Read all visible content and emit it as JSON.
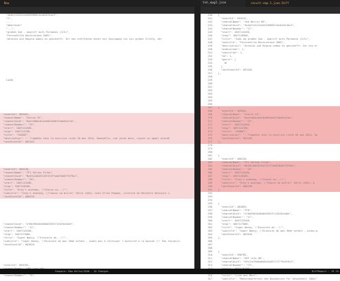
{
  "tabs": {
    "left": "Now",
    "mid": "tvh_epg2.json",
    "right": "result-cmp-1.json Diff"
  },
  "status": {
    "left": "Compare: Raw Delta/JSON - 10 Changes",
    "right": "DiffReport · 19 Ch"
  },
  "left_pane": {
    "lines": [
      {
        "text": "    \"Sb4afc22241e54549009c3e4b16f4dc3\",",
        "hl": false
      },
      {
        "text": "    \"1\",",
        "hl": false
      },
      {
        "text": "    ...",
        "hl": false
      },
      {
        "text": "    \"Abenteuer\"",
        "hl": false
      },
      {
        "text": "    \"...\",",
        "hl": false
      },
      {
        "text": "    \"großen See - Angriff aufs Paradies (3/5)\",",
        "hl": false
      },
      {
        "text": "    \"Fernsehfilm Deutschland 2005\",",
        "hl": false
      },
      {
        "text": "    \"Antonia und Regina haben es geschafft: Ihr neu eröffnetes Hotel mit Seezugang ist ein großer Erfolg, der",
        "hl": false
      },
      {
        "text": "",
        "hl": false
      },
      {
        "text": "",
        "hl": false
      },
      {
        "text": "",
        "hl": false
      },
      {
        "text": "",
        "hl": false
      },
      {
        "text": "",
        "hl": false
      },
      {
        "text": "",
        "hl": false
      },
      {
        "text": "",
        "hl": false
      },
      {
        "text": "",
        "hl": false
      },
      {
        "text": "",
        "hl": false
      },
      {
        "text": "",
        "hl": false
      },
      {
        "text": "",
        "hl": false
      },
      {
        "text": "    14455",
        "hl": false
      },
      {
        "text": "",
        "hl": false
      },
      {
        "text": "",
        "hl": false
      },
      {
        "text": "",
        "hl": false
      },
      {
        "text": "",
        "hl": false
      },
      {
        "text": "",
        "hl": false
      },
      {
        "text": "",
        "hl": false
      },
      {
        "text": "",
        "hl": false
      },
      {
        "text": "",
        "hl": false
      },
      {
        "text": "",
        "hl": false
      },
      {
        "text": "  \"eventId\": 809401,",
        "hl": true
      },
      {
        "text": "  \"channelName\": \"Cherie 25\",",
        "hl": true
      },
      {
        "text": "  \"channelUuid\": \"0aefe80ec8ce4e6b32b637abe9e4fee\",",
        "hl": true
      },
      {
        "text": "  \"channelNumber\": \"25\",",
        "hl": true
      },
      {
        "text": "  \"start\": 1607124200,",
        "hl": true
      },
      {
        "text": "  \"stop\": 1607124700,",
        "hl": true
      },
      {
        "text": "  \"title\": \"CROBOT\",",
        "hl": true
      },
      {
        "text": "  \"description\": \": Tragédie chez la nourrice riche 20 mai 2014, Gwenaëlle, une jeune mère, reçoit un appel alarmé",
        "hl": true
      },
      {
        "text": "  \"nextEventId\": 802105",
        "hl": true
      },
      {
        "text": "",
        "hl": false
      },
      {
        "text": "",
        "hl": false
      },
      {
        "text": "",
        "hl": false
      },
      {
        "text": "",
        "hl": false
      },
      {
        "text": "",
        "hl": false
      },
      {
        "text": "",
        "hl": false
      },
      {
        "text": "",
        "hl": false
      },
      {
        "text": "  \"eventId\": 806230,",
        "hl": true
      },
      {
        "text": "  \"channelName\": \"TF1 Séries Films\",",
        "hl": true
      },
      {
        "text": "  \"channelUuid\": \"Ne49c1b81612d74f2f7ab6f8d07f5f9a1\",",
        "hl": true
      },
      {
        "text": "  \"channelNumber\": \"20\",",
        "hl": true
      },
      {
        "text": "  \"start\": 1607123200,",
        "hl": true
      },
      {
        "text": "  \"stop\": 1607126200,",
        "hl": true
      },
      {
        "text": "  \"title\": \"Grey's anatomy, \\\"Chacun sa...\\\"\",",
        "hl": true
      },
      {
        "text": "  \"subtitle\": \"Grey's anatomy, \\\"Chacun sa bulle\\\" Série (USA): Avec Ellen Pompeo, Listerne de Meredith découvre u",
        "hl": true
      },
      {
        "text": "  \"nextEventId\": 806230",
        "hl": true
      },
      {
        "text": "",
        "hl": false
      },
      {
        "text": "",
        "hl": false
      },
      {
        "text": "",
        "hl": false
      },
      {
        "text": "",
        "hl": false
      },
      {
        "text": "",
        "hl": false
      },
      {
        "text": "",
        "hl": false
      },
      {
        "text": "",
        "hl": false
      },
      {
        "text": "  \"channelUuid\": \"e70b5962848e8b63633712025e4a6e\",",
        "hl": false
      },
      {
        "text": "  \"channelNumber\": \"11\",",
        "hl": false
      },
      {
        "text": "  \"start\": 1607125200,",
        "hl": false
      },
      {
        "text": "  \"stop\": 1607127000,",
        "hl": false
      },
      {
        "text": "  \"title\": \"Super Nanny, \\\"Enceinte de...\\\"\",",
        "hl": false
      },
      {
        "text": "  \"subtitle\": \"Super Nanny, \\\"Enceinte de mon 3ème enfant , aidez-moi à retrouver l'autorité à la maison !\\\" Pas toujours",
        "hl": false
      },
      {
        "text": "  \"nextEventId\": 863620",
        "hl": false
      },
      {
        "text": "",
        "hl": false
      },
      {
        "text": "",
        "hl": false
      },
      {
        "text": "",
        "hl": false
      },
      {
        "text": "",
        "hl": false
      },
      {
        "text": "",
        "hl": false
      },
      {
        "text": "  \"eventId\": 896785,",
        "hl": false
      },
      {
        "text": "  \"channelName\": \"SRF info HD\",",
        "hl": false
      },
      {
        "text": "  \"channelUuid\": \"b9c7ce70b6a6b8e34487272779e3f9c9\",",
        "hl": false
      },
      {
        "text": "  \"channelNumber\": \"75\",",
        "hl": false
      }
    ]
  },
  "right_pane": {
    "lines": [
      {
        "n": "240",
        "text": "  {",
        "hl": false
      },
      {
        "n": "241",
        "text": "    \"eventId\": 853412,",
        "hl": false
      },
      {
        "n": "242",
        "text": "    \"channelName\": \"rbb Berlin HD\",",
        "hl": false
      },
      {
        "n": "243",
        "text": "    \"channelUuid\": \"Sb4afc22241e54549009c3e4b16f4dc3\",",
        "hl": false
      },
      {
        "n": "244",
        "text": "    \"channelNumber\": \"12\",",
        "hl": false
      },
      {
        "n": "245",
        "text": "    \"start\": 1607124200,",
        "hl": false
      },
      {
        "n": "246",
        "text": "    \"stop\": 1607126900,",
        "hl": false
      },
      {
        "n": "247",
        "text": "    \"title\": \"Zwei am großen See - Angriff aufs Paradies (3/5)\",",
        "hl": false
      },
      {
        "n": "248",
        "text": "    \"subtitle\": \"Fernsehfilm Deutschland 2005\",",
        "hl": false
      },
      {
        "n": "249",
        "text": "    \"description\": \"Antonia und Regina haben es geschafft: Ihr neu er",
        "hl": false
      },
      {
        "n": "250",
        "text": "    \"widescreen\": 1,",
        "hl": false
      },
      {
        "n": "251",
        "text": "    \"subtitled\": 1,",
        "hl": false
      },
      {
        "n": "252",
        "text": "    \"hd\": 1,",
        "hl": false
      },
      {
        "n": "253",
        "text": "    \"genre\": [",
        "hl": false
      },
      {
        "n": "254",
        "text": "      16",
        "hl": false
      },
      {
        "n": "255",
        "text": "    ],",
        "hl": false
      },
      {
        "n": "256",
        "text": "    \"nextEventId\": 853455",
        "hl": false
      },
      {
        "n": "257",
        "text": "  },",
        "hl": false
      },
      {
        "n": "258",
        "text": "",
        "hl": false
      },
      {
        "n": "259",
        "text": "",
        "hl": false
      },
      {
        "n": "260",
        "text": "",
        "hl": false
      },
      {
        "n": "261",
        "text": "",
        "hl": false
      },
      {
        "n": "262",
        "text": "",
        "hl": false
      },
      {
        "n": "263",
        "text": "",
        "hl": false
      },
      {
        "n": "264",
        "text": "",
        "hl": false
      },
      {
        "n": "265",
        "text": "",
        "hl": false
      },
      {
        "n": "266",
        "text": "",
        "hl": false
      },
      {
        "n": "267",
        "text": "  {",
        "hl": true
      },
      {
        "n": "268",
        "text": "    \"eventId\": 809401,",
        "hl": true
      },
      {
        "n": "269",
        "text": "    \"channelName\": \"Cherie 25\",",
        "hl": true
      },
      {
        "n": "270",
        "text": "    \"channelUuid\": \"0aefe80ec8ce4e6b32b637abe9e4fee\",",
        "hl": true
      },
      {
        "n": "271",
        "text": "    \"channelNumber\": \"25\",",
        "hl": true
      },
      {
        "n": "272",
        "text": "    \"start\": 1607124200,",
        "hl": true
      },
      {
        "n": "273",
        "text": "    \"stop\": 1607124700,",
        "hl": true
      },
      {
        "n": "274",
        "text": "    \"title\": \"CROBOT\",",
        "hl": true
      },
      {
        "n": "275",
        "text": "    \"description\": \": Tragédie chez la nourrice riche 20 mai 2014, Gw",
        "hl": true
      },
      {
        "n": "276",
        "text": "    \"nextEventId\": 802105",
        "hl": true
      },
      {
        "n": "277",
        "text": "  },",
        "hl": true
      },
      {
        "n": "278",
        "text": "",
        "hl": false
      },
      {
        "n": "279",
        "text": "",
        "hl": false
      },
      {
        "n": "280",
        "text": "",
        "hl": false
      },
      {
        "n": "281",
        "text": "  {",
        "hl": false
      },
      {
        "n": "282",
        "text": "    \"eventId\": 806230,",
        "hl": false
      },
      {
        "n": "283",
        "text": "    \"channelName\": \"TF1 Séries Films\",",
        "hl": true
      },
      {
        "n": "284",
        "text": "    \"channelUuid\": \"Ne49c1b81612d74f2f7ab6f8d07f5f9a1\",",
        "hl": true
      },
      {
        "n": "285",
        "text": "    \"channelNumber\": \"20\",",
        "hl": true
      },
      {
        "n": "286",
        "text": "    \"start\": 1607123200,",
        "hl": true
      },
      {
        "n": "287",
        "text": "    \"stop\": 1607126200,",
        "hl": true
      },
      {
        "n": "288",
        "text": "    \"title\": \"Grey's anatomy, \\\"Chacun sa...\\\"\",",
        "hl": true
      },
      {
        "n": "289",
        "text": "    \"subtitle\": \"Grey's anatomy, \\\"Chacun sa bulle\\\" Série (USA): A",
        "hl": true
      },
      {
        "n": "290",
        "text": "    \"nextEventId\": 806230",
        "hl": true
      },
      {
        "n": "291",
        "text": "  },",
        "hl": true
      },
      {
        "n": "292",
        "text": "",
        "hl": false
      },
      {
        "n": "293",
        "text": "",
        "hl": false
      },
      {
        "n": "294",
        "text": "",
        "hl": false
      },
      {
        "n": "295",
        "text": "  {",
        "hl": false
      },
      {
        "n": "296",
        "text": "    \"eventId\": 863665,",
        "hl": false
      },
      {
        "n": "297",
        "text": "    \"channelName\": \"TF6\",",
        "hl": false
      },
      {
        "n": "298",
        "text": "    \"channelUuid\": \"e70b5962848e8b63633712025e4a6e\",",
        "hl": false
      },
      {
        "n": "299",
        "text": "    \"channelNumber\": \"11\",",
        "hl": false
      },
      {
        "n": "300",
        "text": "    \"start\": 1607125200,",
        "hl": false
      },
      {
        "n": "301",
        "text": "    \"stop\": 1607127000,",
        "hl": false
      },
      {
        "n": "302",
        "text": "    \"title\": \"Super Nanny, \\\"Enceinte de...\\\"\",",
        "hl": false
      },
      {
        "n": "303",
        "text": "    \"subtitle\": \"Super Nanny, \\\"Enceinte de mon 3ème enfant , aidez-m",
        "hl": false
      },
      {
        "n": "304",
        "text": "    \"nextEventId\": 863620",
        "hl": false
      },
      {
        "n": "305",
        "text": "  },",
        "hl": false
      },
      {
        "n": "306",
        "text": "",
        "hl": false
      },
      {
        "n": "307",
        "text": "",
        "hl": false
      },
      {
        "n": "308",
        "text": "",
        "hl": false
      },
      {
        "n": "309",
        "text": "  {",
        "hl": false
      },
      {
        "n": "310",
        "text": "    \"eventId\": 896785,",
        "hl": false
      },
      {
        "n": "311",
        "text": "    \"channelName\": \"SRF info HD\",",
        "hl": false
      },
      {
        "n": "312",
        "text": "    \"channelUuid\": \"b9c7ce70b6a6b8e34487272779e3f9c9\",",
        "hl": false
      },
      {
        "n": "313",
        "text": "    \"channelNumber\": \"75\",",
        "hl": false
      },
      {
        "n": "314",
        "text": "    \"start\": 1607126100,",
        "hl": false
      },
      {
        "n": "315",
        "text": "    \"stop\": 1607128200,",
        "hl": false
      },
      {
        "n": "316",
        "text": "    \"title\": \"Live aus Bern\",",
        "hl": false
      },
      {
        "n": "317",
        "text": "    \"subtitle\": \"Medienkonferenz des Bundesrats für Gesundheit (BAG)\"",
        "hl": false
      }
    ]
  }
}
